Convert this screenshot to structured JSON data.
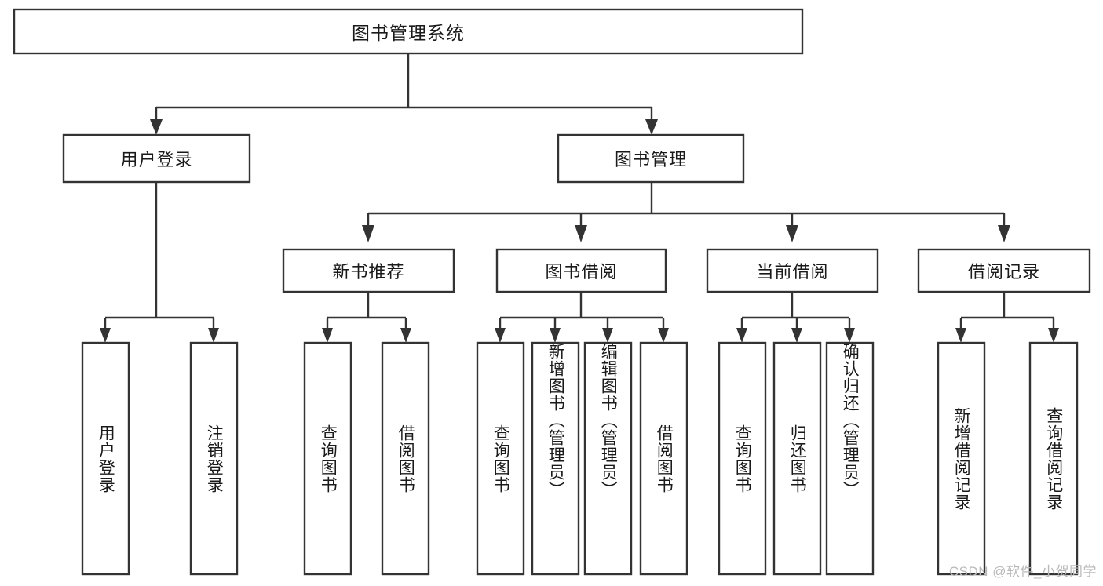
{
  "diagram": {
    "type": "tree-hierarchy",
    "title": "图书管理系统",
    "watermark": "CSDN @软件_小贺同学",
    "colors": {
      "box_stroke": "#333333",
      "box_fill": "#ffffff",
      "text": "#1a1a1a",
      "watermark": "#b9b9b9",
      "background": "#ffffff"
    },
    "nodes": {
      "root": {
        "label": "图书管理系统",
        "orientation": "horizontal"
      },
      "level2": [
        {
          "label": "用户登录",
          "orientation": "horizontal"
        },
        {
          "label": "图书管理",
          "orientation": "horizontal"
        }
      ],
      "level3": [
        {
          "label": "新书推荐",
          "orientation": "horizontal"
        },
        {
          "label": "图书借阅",
          "orientation": "horizontal"
        },
        {
          "label": "当前借阅",
          "orientation": "horizontal"
        },
        {
          "label": "借阅记录",
          "orientation": "horizontal"
        }
      ],
      "leaves_user_login": [
        {
          "label": "用户登录",
          "orientation": "vertical"
        },
        {
          "label": "注销登录",
          "orientation": "vertical"
        }
      ],
      "leaves_new_books": [
        {
          "label": "查询图书",
          "orientation": "vertical"
        },
        {
          "label": "借阅图书",
          "orientation": "vertical"
        }
      ],
      "leaves_borrow": [
        {
          "label": "查询图书",
          "orientation": "vertical"
        },
        {
          "label": "新增图书（管理员）",
          "orientation": "vertical"
        },
        {
          "label": "编辑图书（管理员）",
          "orientation": "vertical"
        },
        {
          "label": "借阅图书",
          "orientation": "vertical"
        }
      ],
      "leaves_current": [
        {
          "label": "查询图书",
          "orientation": "vertical"
        },
        {
          "label": "归还图书",
          "orientation": "vertical"
        },
        {
          "label": "确认归还（管理员）",
          "orientation": "vertical"
        }
      ],
      "leaves_records": [
        {
          "label": "新增借阅记录",
          "orientation": "vertical"
        },
        {
          "label": "查询借阅记录",
          "orientation": "vertical"
        }
      ]
    }
  }
}
